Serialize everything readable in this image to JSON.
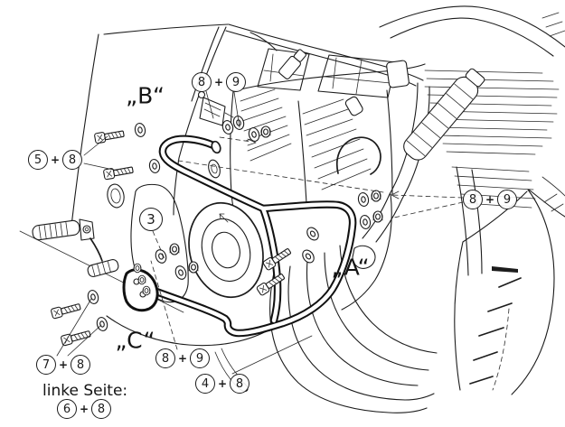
{
  "diagram": {
    "plus": "+",
    "section_labels": {
      "b": "„B“",
      "a": "„A“",
      "c": "„C“"
    },
    "callouts": {
      "top": {
        "a": "8",
        "b": "9"
      },
      "left": {
        "a": "5",
        "b": "8"
      },
      "right": {
        "a": "8",
        "b": "9"
      },
      "bottom": {
        "a": "8",
        "b": "9"
      },
      "lower_right": {
        "a": "4",
        "b": "8"
      },
      "lower_left": {
        "a": "7",
        "b": "8"
      },
      "note": {
        "a": "6",
        "b": "8"
      },
      "part3": "3"
    },
    "note_label": "linke Seite:"
  },
  "colors": {
    "ink": "#1b1b1b",
    "paper": "#ffffff"
  }
}
